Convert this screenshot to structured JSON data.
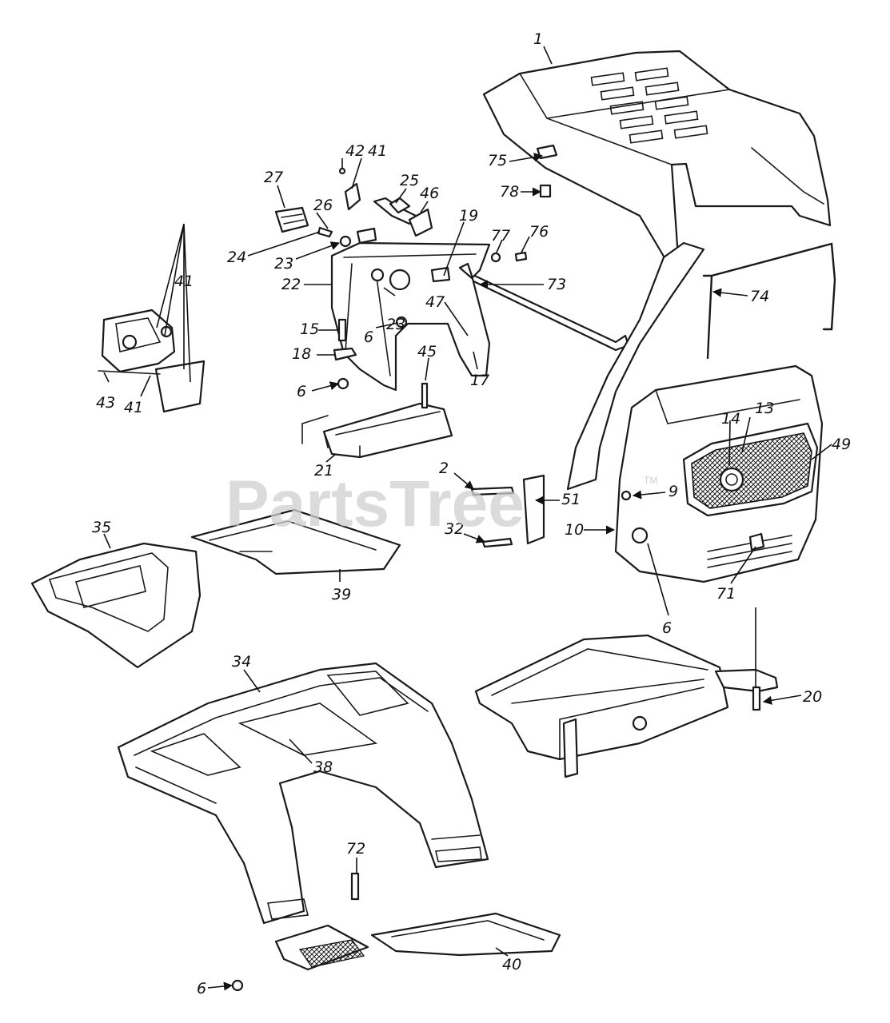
{
  "watermark": {
    "text": "PartsTree",
    "trademark": "TM"
  },
  "part_labels": [
    "1",
    "75",
    "78",
    "77",
    "76",
    "73",
    "74",
    "42",
    "41",
    "27",
    "25",
    "46",
    "26",
    "24",
    "23",
    "19",
    "22",
    "15",
    "18",
    "6",
    "47",
    "45",
    "17",
    "21",
    "43",
    "13",
    "14",
    "49",
    "9",
    "2",
    "51",
    "32",
    "10",
    "71",
    "35",
    "39",
    "34",
    "38",
    "20",
    "72",
    "40"
  ]
}
